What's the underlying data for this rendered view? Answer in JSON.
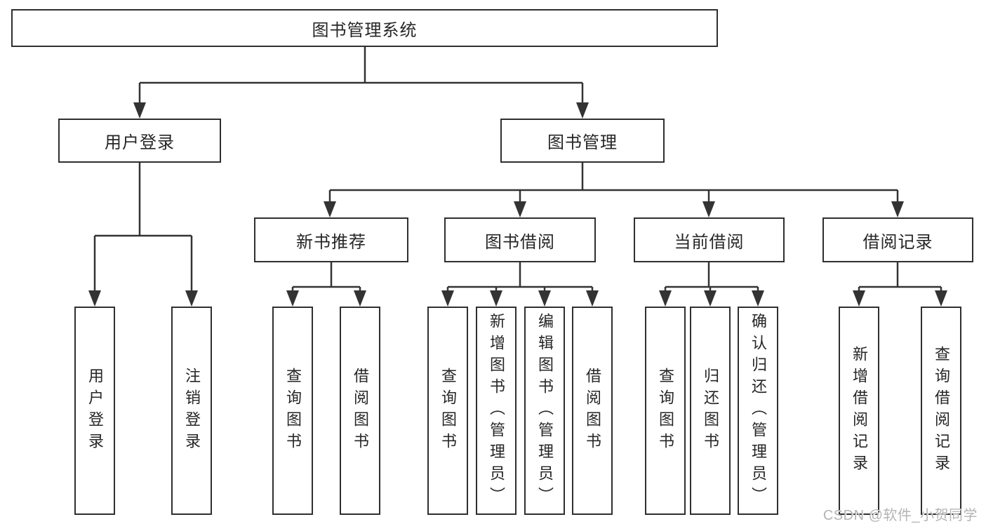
{
  "diagram_title": "图书管理系统",
  "tree": {
    "label": "图书管理系统",
    "children": [
      {
        "label": "用户登录",
        "children": [
          {
            "label": "用户登录"
          },
          {
            "label": "注销登录"
          }
        ]
      },
      {
        "label": "图书管理",
        "children": [
          {
            "label": "新书推荐",
            "children": [
              {
                "label": "查询图书"
              },
              {
                "label": "借阅图书"
              }
            ]
          },
          {
            "label": "图书借阅",
            "children": [
              {
                "label": "查询图书"
              },
              {
                "label": "新增图书（管理员）"
              },
              {
                "label": "编辑图书（管理员）"
              },
              {
                "label": "借阅图书"
              }
            ]
          },
          {
            "label": "当前借阅",
            "children": [
              {
                "label": "查询图书"
              },
              {
                "label": "归还图书"
              },
              {
                "label": "确认归还（管理员）"
              }
            ]
          },
          {
            "label": "借阅记录",
            "children": [
              {
                "label": "新增借阅记录"
              },
              {
                "label": "查询借阅记录"
              }
            ]
          }
        ]
      }
    ]
  },
  "watermark": "CSDN @软件_小贺同学",
  "colors": {
    "background": "#ffffff",
    "box_fill": "#ffffff",
    "box_border": "#2f2f2f",
    "line": "#333333",
    "text": "#262626",
    "watermark": "#b4b4b4"
  }
}
